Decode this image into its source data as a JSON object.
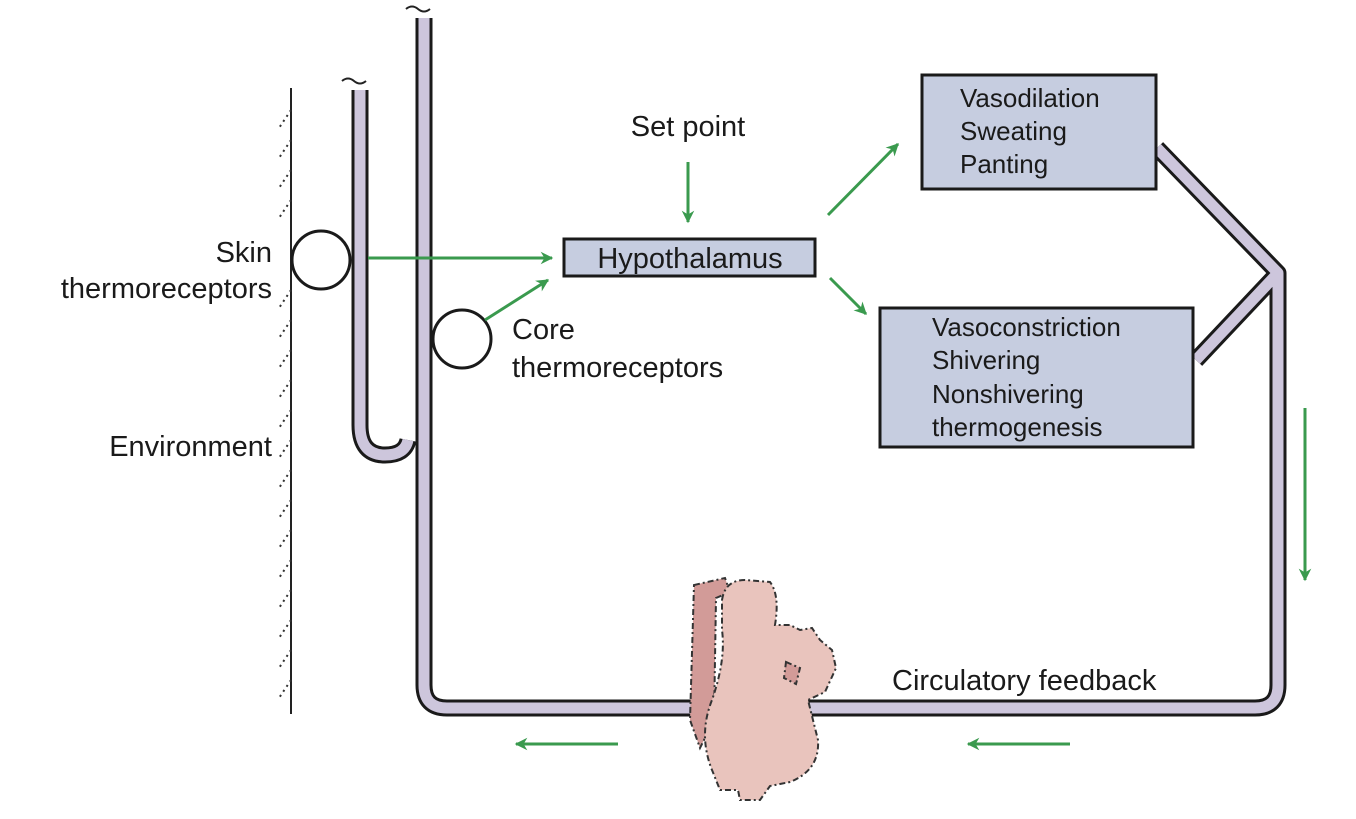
{
  "labels": {
    "skin_line1": "Skin",
    "skin_line2": "thermoreceptors",
    "core_line1": "Core",
    "core_line2": "thermoreceptors",
    "environment": "Environment",
    "set_point": "Set point",
    "circulatory_feedback": "Circulatory feedback"
  },
  "boxes": {
    "hypothalamus": "Hypothalamus",
    "heat_loss": [
      "Vasodilation",
      "Sweating",
      "Panting"
    ],
    "heat_gain": [
      "Vasoconstriction",
      "Shivering",
      "Nonshivering",
      "thermogenesis"
    ]
  },
  "colors": {
    "vessel_fill": "#cdc6dc",
    "box_fill": "#c6cde0",
    "arrow_green": "#3a9a4e",
    "heart_main": "#e9c4bd",
    "heart_dark": "#d29b98",
    "outline": "#1a1a1a"
  }
}
